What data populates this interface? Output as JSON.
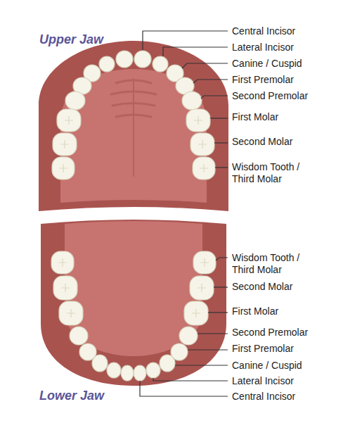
{
  "diagram": {
    "labels": [
      "Upper Jaw",
      "Central Incisor",
      "Lateral Incisor",
      "Canine / Cuspid",
      "First Premolar",
      "Second Premolar",
      "First Molar",
      "Second Molar",
      "Wisdom Tooth / Third Molar",
      "Wisdom Tooth / Third Molar",
      "Second Molar",
      "First Molar",
      "Second Premolar",
      "First Premolar",
      "Canine / Cuspid",
      "Lateral Incisor",
      "Central Incisor",
      "Lower Jaw"
    ]
  }
}
